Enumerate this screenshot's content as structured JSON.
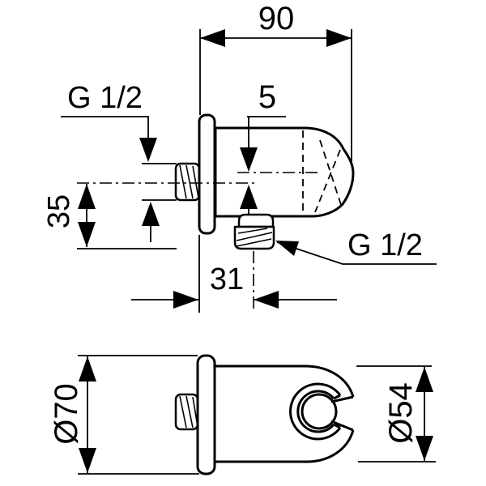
{
  "drawing": {
    "background": "#ffffff",
    "line_color": "#000000",
    "side_view": {
      "width_dim": "90",
      "offset_dim": "5",
      "inlet_thread_label": "G 1/2",
      "height_dim": "35",
      "outlet_offset_dim": "31",
      "outlet_thread_label": "G 1/2"
    },
    "front_view": {
      "flange_diameter_dim": "Ø70",
      "holder_diameter_dim": "Ø54"
    }
  }
}
